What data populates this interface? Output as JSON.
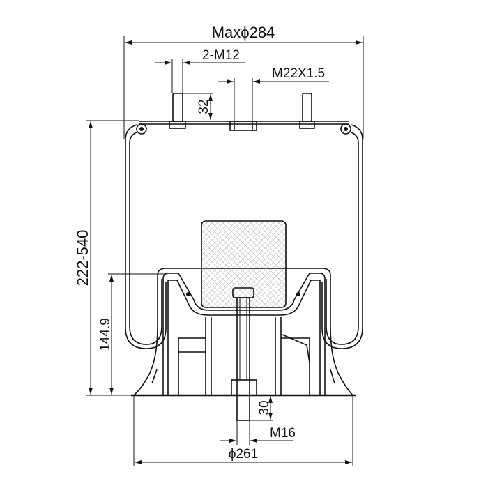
{
  "drawing": {
    "dimensions": {
      "max_diameter": "Maxϕ284",
      "top_studs": "2-M12",
      "air_fitting": "M22X1.5",
      "stud_height": "32",
      "height_range": "222-540",
      "piston_height": "144.9",
      "bolt_length": "30",
      "bolt_thread": "M16",
      "base_diameter": "ϕ261"
    }
  }
}
